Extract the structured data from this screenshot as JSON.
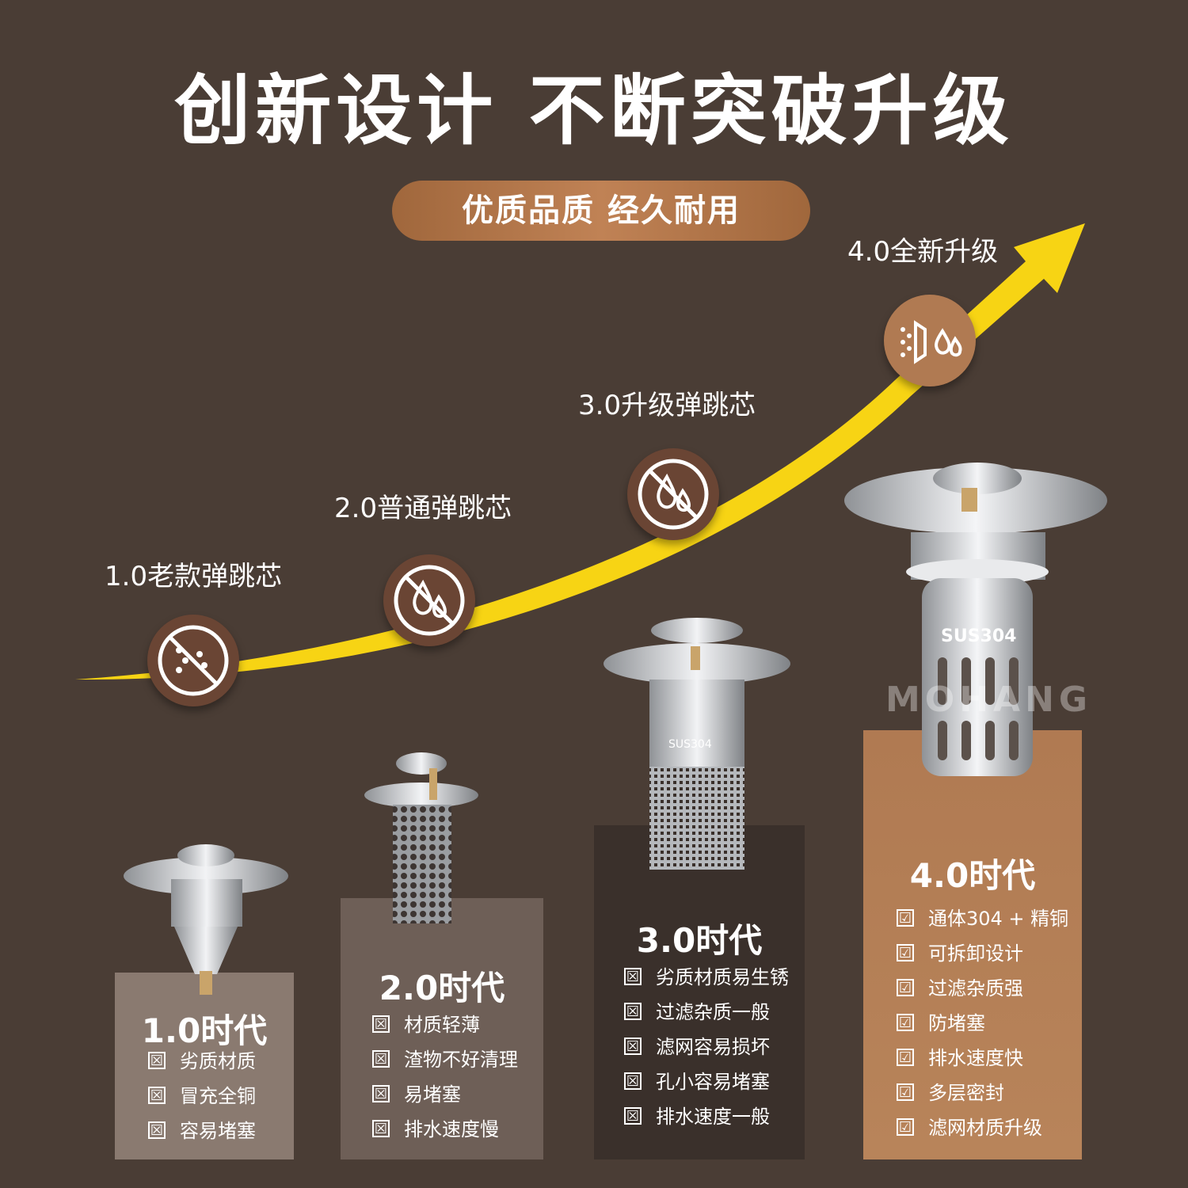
{
  "headline": "创新设计 不断突破升级",
  "subtitle_pill": "优质品质 经久耐用",
  "colors": {
    "background": "#4a3d35",
    "arrow": "#f7d414",
    "accent": "#c08255"
  },
  "timeline": [
    {
      "label": "1.0老款弹跳芯",
      "icon": "no-dirt-filter-icon"
    },
    {
      "label": "2.0普通弹跳芯",
      "icon": "no-water-drop-icon"
    },
    {
      "label": "3.0升级弹跳芯",
      "icon": "no-water-drop-icon"
    },
    {
      "label": "4.0全新升级",
      "icon": "filter-and-drops-icon"
    }
  ],
  "watermark": "MOHANG",
  "product_engraving": "SUS304",
  "cards": [
    {
      "title": "1.0时代",
      "items": [
        "劣质材质",
        "冒充全铜",
        "容易堵塞"
      ],
      "mark": "☒"
    },
    {
      "title": "2.0时代",
      "items": [
        "材质轻薄",
        "渣物不好清理",
        "易堵塞",
        "排水速度慢"
      ],
      "mark": "☒"
    },
    {
      "title": "3.0时代",
      "items": [
        "劣质材质易生锈",
        "过滤杂质一般",
        "滤网容易损坏",
        "孔小容易堵塞",
        "排水速度一般"
      ],
      "mark": "☒"
    },
    {
      "title": "4.0时代",
      "items": [
        "通体304 + 精铜",
        "可拆卸设计",
        "过滤杂质强",
        "防堵塞",
        "排水速度快",
        "多层密封",
        "滤网材质升级"
      ],
      "mark": "☑"
    }
  ]
}
